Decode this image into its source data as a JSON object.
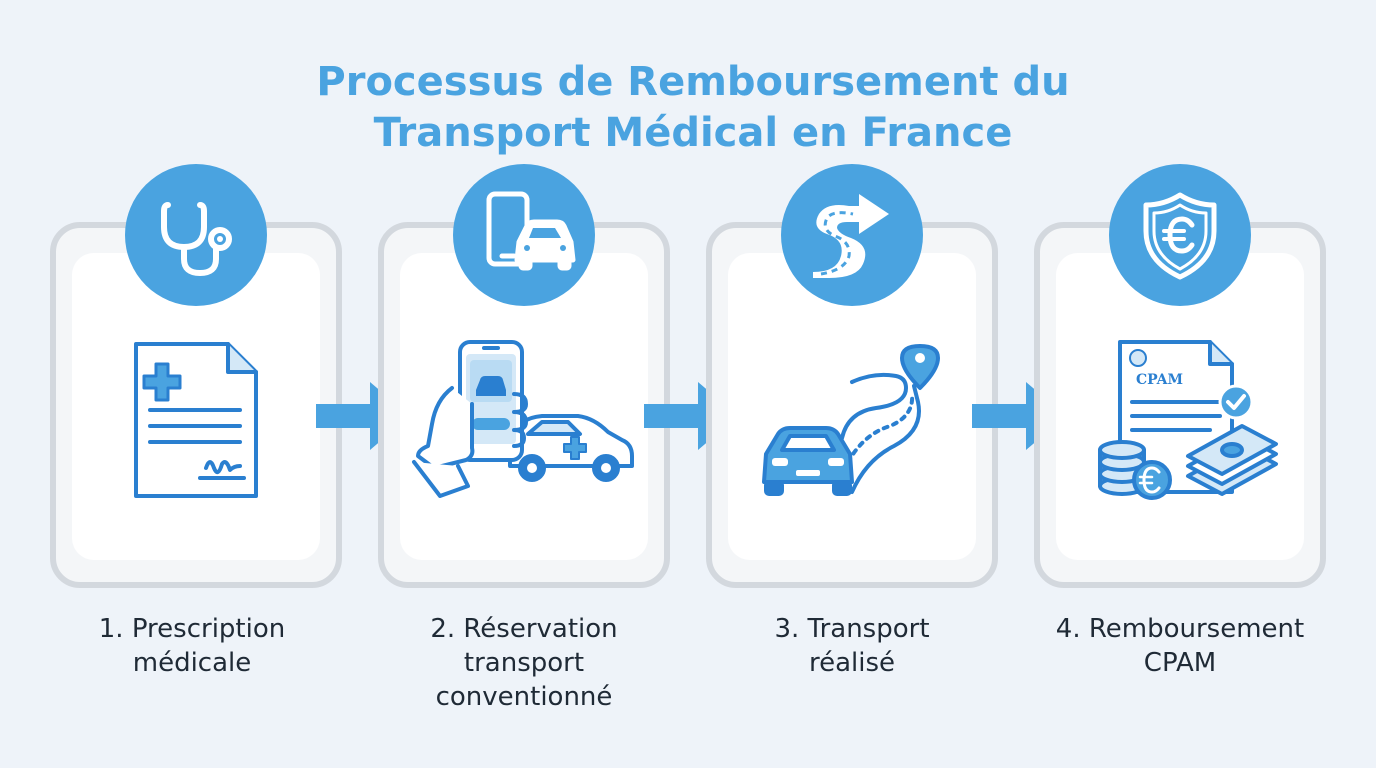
{
  "title_lines": [
    "Processus de Remboursement du",
    "Transport Médical en France"
  ],
  "colors": {
    "accent": "#4aa3e0",
    "icon_stroke": "#2a7fd0",
    "card_border": "#d3d8de",
    "background": "#eef3f9",
    "text": "#1f2a36"
  },
  "steps": [
    {
      "label": "1. Prescription\nmédicale",
      "badge_icon": "stethoscope-icon",
      "illustration": "prescription-document-icon"
    },
    {
      "label": "2. Réservation\ntransport\nconventionné",
      "badge_icon": "phone-car-icon",
      "illustration": "booking-app-ambulance-icon"
    },
    {
      "label": "3. Transport\nréalisé",
      "badge_icon": "winding-road-arrow-icon",
      "illustration": "car-route-pin-icon"
    },
    {
      "label": "4. Remboursement\nCPAM",
      "badge_icon": "euro-shield-icon",
      "illustration": "cpam-reimbursement-icon"
    }
  ],
  "cpam_doc_text": "CPAM"
}
